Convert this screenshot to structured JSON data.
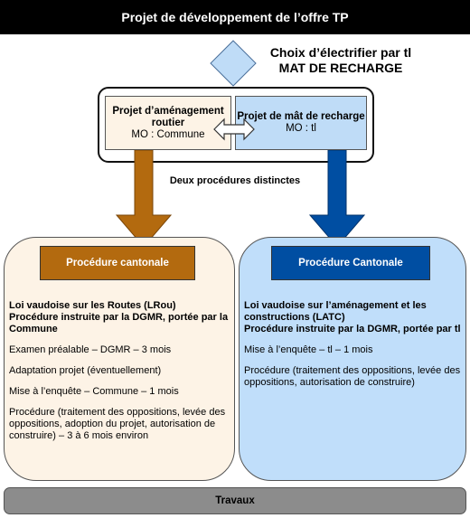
{
  "header": {
    "title": "Projet de développement de l’offre TP"
  },
  "decision": {
    "line1": "Choix d’électrifier par tl",
    "line2": "MAT DE RECHARGE",
    "color": "#bfdcf7"
  },
  "projects": {
    "road": {
      "title": "Projet d’aménagement routier",
      "owner": "MO : Commune",
      "color": "#fdf3e6"
    },
    "mast": {
      "title": "Projet de mât de recharge",
      "owner": "MO : tl",
      "color": "#bfdcf7"
    }
  },
  "caption": "Deux procédures distinctes",
  "procedures": [
    {
      "header": "Procédure cantonale",
      "color": "#b36a0f",
      "law_line1": "Loi vaudoise sur les Routes (LRou)",
      "law_line2": "Procédure instruite par la DGMR, portée par la Commune",
      "steps": [
        "Examen préalable – DGMR – 3 mois",
        "Adaptation projet (éventuellement)",
        "Mise à l’enquête – Commune – 1 mois",
        "Procédure (traitement des oppositions, levée des oppositions, adoption du projet, autorisation de construire) – 3 à 6 mois environ"
      ]
    },
    {
      "header": "Procédure Cantonale",
      "color": "#004ea2",
      "law_line1": "Loi vaudoise sur l’aménagement et les constructions (LATC)",
      "law_line2": "Procédure instruite par la DGMR, portée par tl",
      "steps": [
        "Mise à l’enquête – tl – 1 mois",
        "Procédure (traitement des oppositions, levée des oppositions, autorisation de construire)"
      ]
    }
  ],
  "footer": {
    "label": "Travaux"
  }
}
